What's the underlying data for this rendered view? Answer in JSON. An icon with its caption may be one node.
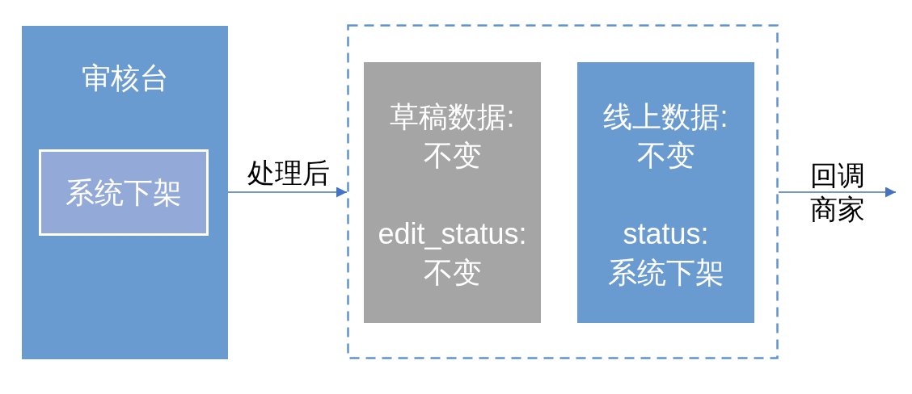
{
  "diagram": {
    "nodes": [
      {
        "text": [
          "审核台"
        ]
      },
      {
        "text": [
          "系统下架"
        ],
        "in": 0
      },
      {
        "text": [],
        "shape": "box"
      },
      {
        "text": [
          "草稿数据:不变",
          "edit_status: 不变"
        ],
        "in": 2
      },
      {
        "text": [
          "线上数据:不变",
          "status: 系统下架"
        ],
        "in": 2
      }
    ],
    "edges": [
      {
        "from": 0,
        "to": 2,
        "label": "处理后",
        "arrow": "to"
      },
      {
        "from": 2,
        "to": null,
        "label": "回调商家",
        "arrow": "to"
      }
    ]
  }
}
